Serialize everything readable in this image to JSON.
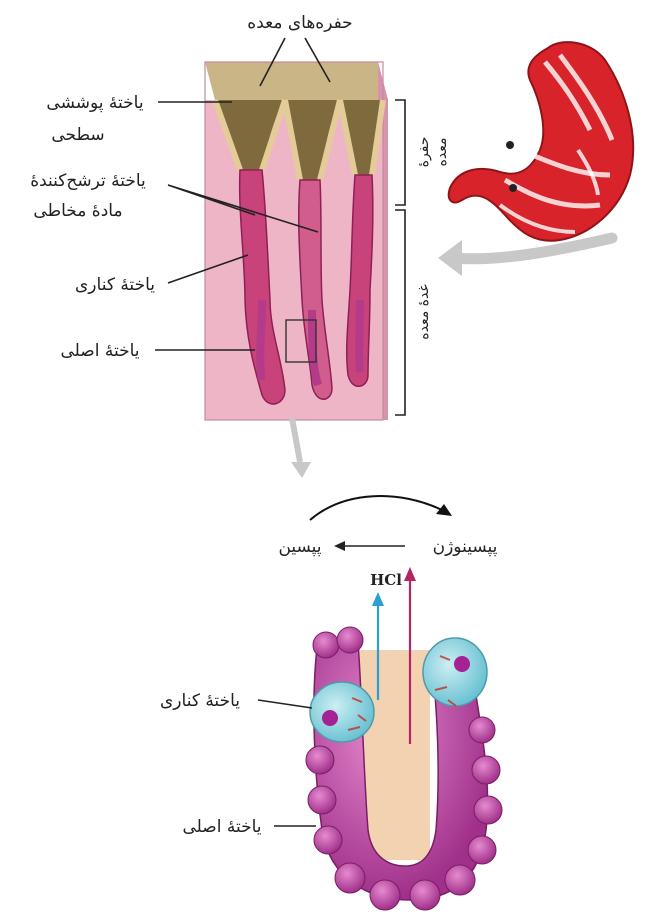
{
  "labels": {
    "gastric_pits": "حفره‌های معده",
    "surface_mucous_cell_line1": "یاختهٔ پوششی",
    "surface_mucous_cell_line2": "سطحی",
    "mucus_secreting_cell_line1": "یاختهٔ ترشح‌کنندهٔ",
    "mucus_secreting_cell_line2": "مادهٔ مخاطی",
    "parietal_cell_top": "یاختهٔ کناری",
    "chief_cell_top": "یاختهٔ اصلی",
    "bracket_pit_line1": "حفرهٔ",
    "bracket_pit_line2": "معده",
    "bracket_gland": "غدهٔ معده",
    "pepsinogen": "پپسینوژن",
    "pepsin": "پپسین",
    "hcl": "HCl",
    "parietal_cell_bottom": "یاختهٔ کناری",
    "chief_cell_bottom": "یاختهٔ اصلی"
  },
  "colors": {
    "stomach_red": "#d8232a",
    "tissue_pink": "#eeb5c7",
    "pit_brown": "#7e6a3c",
    "epithelium_tan": "#e3cc98",
    "gland_magenta": "#b43a8a",
    "parietal_teal": "#8fd3df",
    "hcl_arrow": "#2a9fd0",
    "pepsinogen_arrow": "#b22663",
    "lumen_peach": "#f3d2b2",
    "pointer_gray": "#c8c8c8"
  }
}
